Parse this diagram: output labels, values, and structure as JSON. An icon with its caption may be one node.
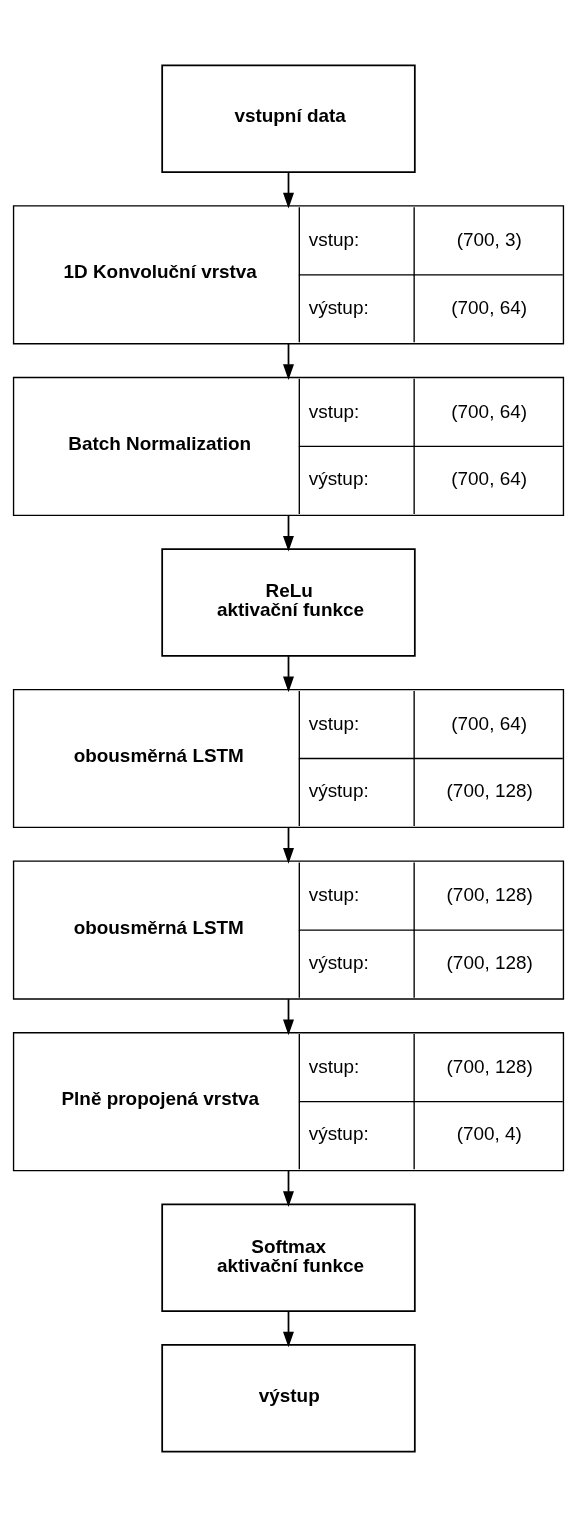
{
  "diagram": {
    "nodes": [
      {
        "text": [
          "vstupní data"
        ]
      },
      {
        "text": [
          "1D Konvoluční vrstva",
          "vstup:",
          "(700, 3)",
          "výstup:",
          "(700, 64)"
        ]
      },
      {
        "text": [
          "Batch Normalization",
          "vstup:",
          "(700, 64)",
          "výstup:",
          "(700, 64)"
        ]
      },
      {
        "text": [
          "ReLu",
          "aktivační funkce"
        ]
      },
      {
        "text": [
          "obousměrná LSTM",
          "vstup:",
          "(700, 64)",
          "výstup:",
          "(700, 128)"
        ]
      },
      {
        "text": [
          "obousměrná LSTM",
          "vstup:",
          "(700, 128)",
          "výstup:",
          "(700, 128)"
        ]
      },
      {
        "text": [
          "Plně propojená vrstva",
          "vstup:",
          "(700, 128)",
          "výstup:",
          "(700, 4)"
        ]
      },
      {
        "text": [
          "Softmax",
          "aktivační funkce"
        ]
      },
      {
        "text": [
          "výstup"
        ]
      }
    ],
    "edges": [
      {
        "from": 0,
        "to": 1,
        "arrow": "to"
      },
      {
        "from": 1,
        "to": 2,
        "arrow": "to"
      },
      {
        "from": 2,
        "to": 3,
        "arrow": "to"
      },
      {
        "from": 3,
        "to": 4,
        "arrow": "to"
      },
      {
        "from": 4,
        "to": 5,
        "arrow": "to"
      },
      {
        "from": 5,
        "to": 6,
        "arrow": "to"
      },
      {
        "from": 6,
        "to": 7,
        "arrow": "to"
      },
      {
        "from": 7,
        "to": 8,
        "arrow": "to"
      }
    ]
  }
}
